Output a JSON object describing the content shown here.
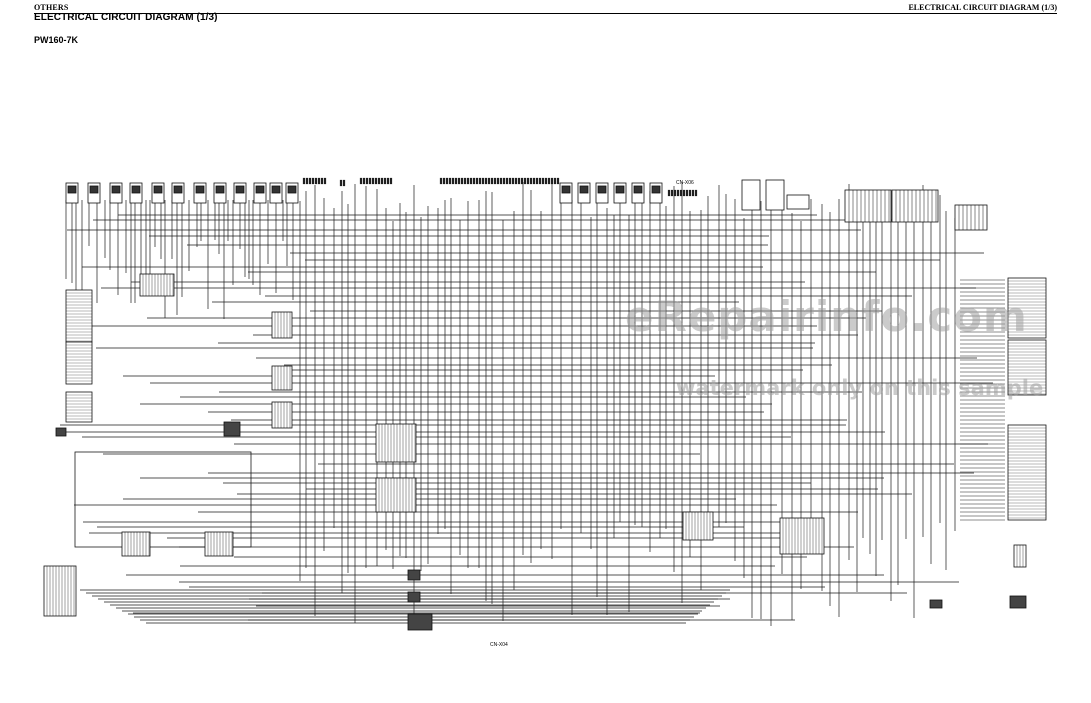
{
  "header": {
    "section_left": "OTHERS",
    "section_right": "ELECTRICAL CIRCUIT DIAGRAM (1/3)"
  },
  "title": "ELECTRICAL CIRCUIT DIAGRAM (1/3)",
  "model": "PW160-7K",
  "watermark": {
    "line1": "eRepairinfo.com",
    "line2": "watermark only on this sample"
  },
  "diagram": {
    "bottom_connector_label": "CN-X04",
    "top_center_label": "CN-X06"
  }
}
